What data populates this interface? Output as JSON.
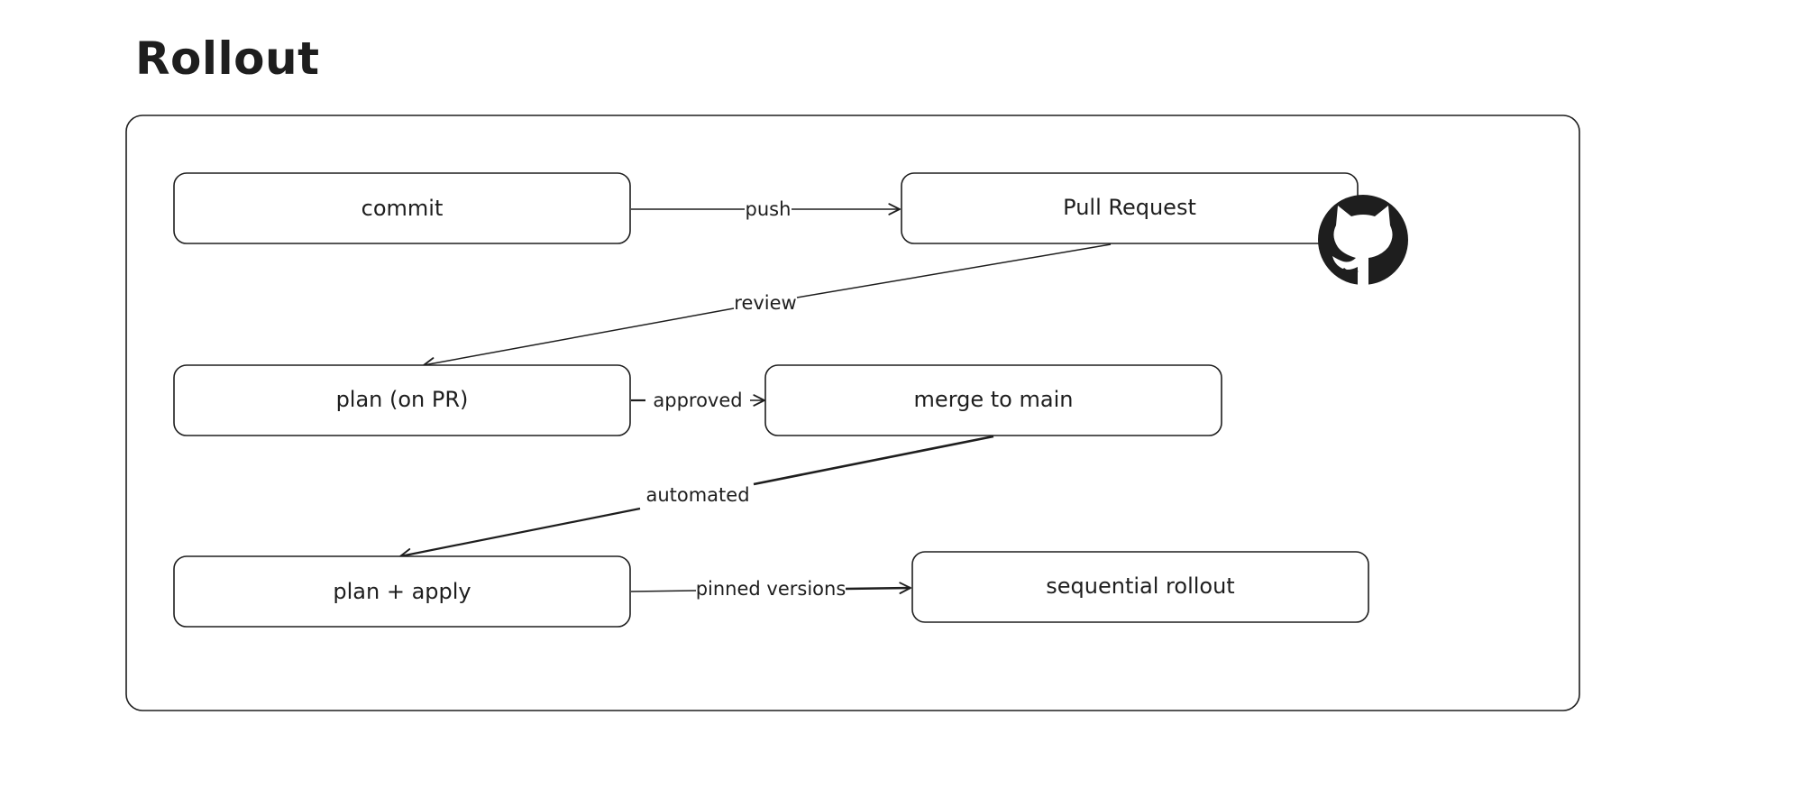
{
  "title": "Rollout",
  "nodes": {
    "commit": "commit",
    "pull_request": "Pull Request",
    "plan_on_pr": "plan (on PR)",
    "merge_to_main": "merge to main",
    "plan_apply": "plan + apply",
    "sequential_rollout": "sequential rollout"
  },
  "edges": {
    "push": "push",
    "review": "review",
    "approved": "approved",
    "automated": "automated",
    "pinned_versions": "pinned versions"
  },
  "icons": {
    "pull_request_badge": "github-icon"
  },
  "colors": {
    "stroke": "#1e1e1e",
    "background": "#ffffff"
  }
}
